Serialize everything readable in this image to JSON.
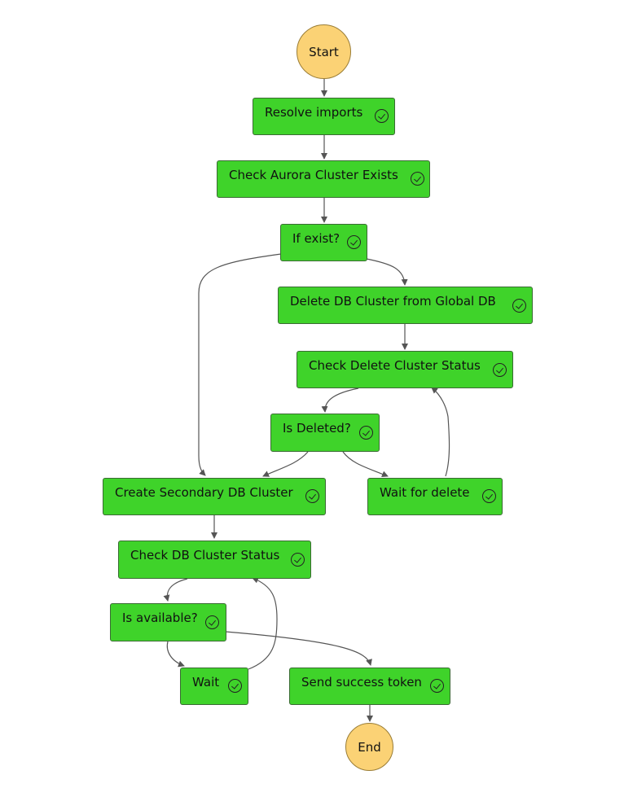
{
  "workflow": {
    "start_label": "Start",
    "end_label": "End",
    "status_icon": "check-circle-icon",
    "colors": {
      "state_fill": "#3fd32a",
      "state_border": "#3a6b33",
      "terminal_fill": "#fbd275",
      "edge": "#555555"
    },
    "states": {
      "resolve_imports": "Resolve imports",
      "check_aurora_cluster_exists": "Check Aurora Cluster Exists",
      "if_exist": "If exist?",
      "delete_db_cluster": "Delete DB Cluster from Global DB",
      "check_delete_cluster_status": "Check Delete Cluster Status",
      "is_deleted": "Is Deleted?",
      "wait_for_delete": "Wait for delete",
      "create_secondary_db_cluster": "Create Secondary DB Cluster",
      "check_db_cluster_status": "Check DB Cluster Status",
      "is_available": "Is available?",
      "wait": "Wait",
      "send_success_token": "Send success token"
    }
  }
}
